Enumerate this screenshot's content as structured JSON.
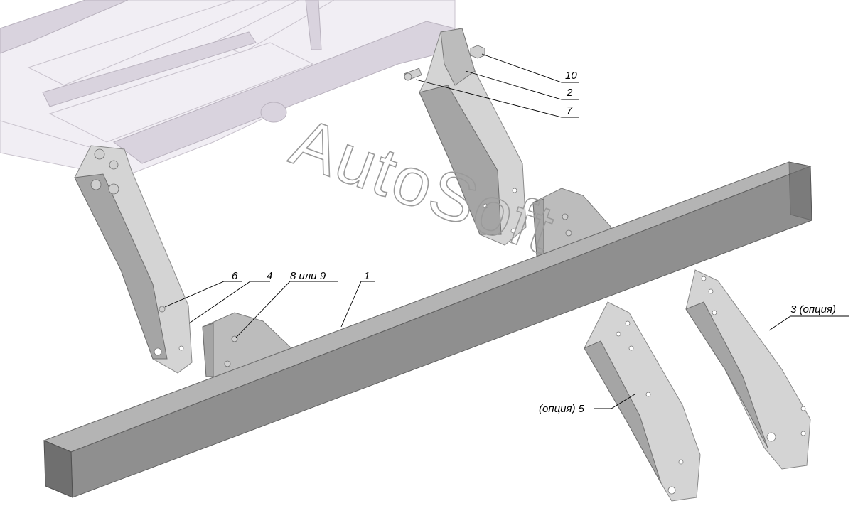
{
  "watermark": "AutoSoft",
  "callouts": [
    {
      "id": "1",
      "text": "1"
    },
    {
      "id": "2",
      "text": "2"
    },
    {
      "id": "3",
      "text": "3 (опция)"
    },
    {
      "id": "4",
      "text": "4"
    },
    {
      "id": "5",
      "text": "(опция) 5"
    },
    {
      "id": "6",
      "text": "6"
    },
    {
      "id": "7",
      "text": "7"
    },
    {
      "id": "8",
      "text": "8 или 9"
    },
    {
      "id": "10",
      "text": "10"
    }
  ],
  "colors": {
    "background": "#ffffff",
    "frame": "#f1eef4",
    "part_gray": "#a5a5a5",
    "watermark_stroke": "#9a9a9a",
    "text": "#000000"
  }
}
